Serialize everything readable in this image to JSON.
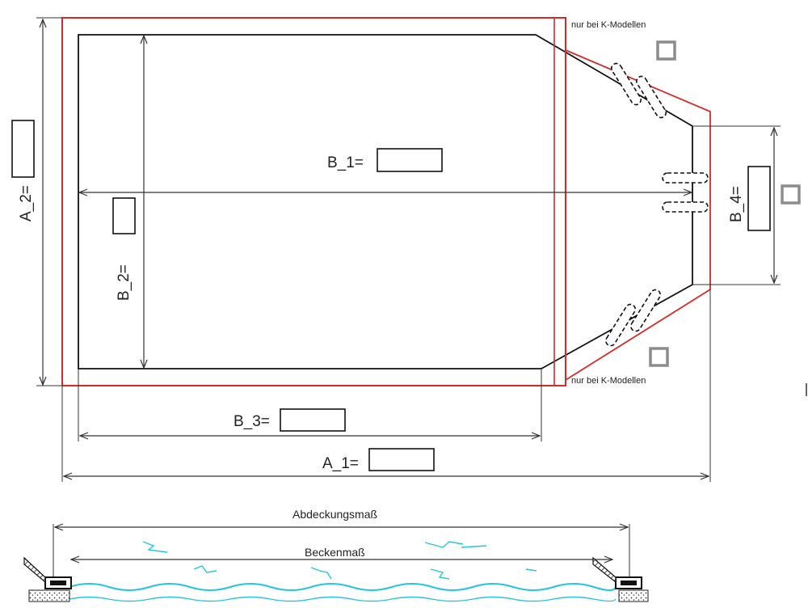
{
  "labels": {
    "a1": "A_1=",
    "a2": "A_2=",
    "b1": "B_1=",
    "b2": "B_2=",
    "b3": "B_3=",
    "b4": "B_4="
  },
  "notes": {
    "k_top": "nur bei K-Modellen",
    "k_bottom": "nur bei K-Modellen"
  },
  "section": {
    "cover": "Abdeckungsmaß",
    "pool": "Beckenmaß"
  },
  "colors": {
    "outline": "#111111",
    "cover": "#d42a2a",
    "water": "#25c6dc"
  }
}
